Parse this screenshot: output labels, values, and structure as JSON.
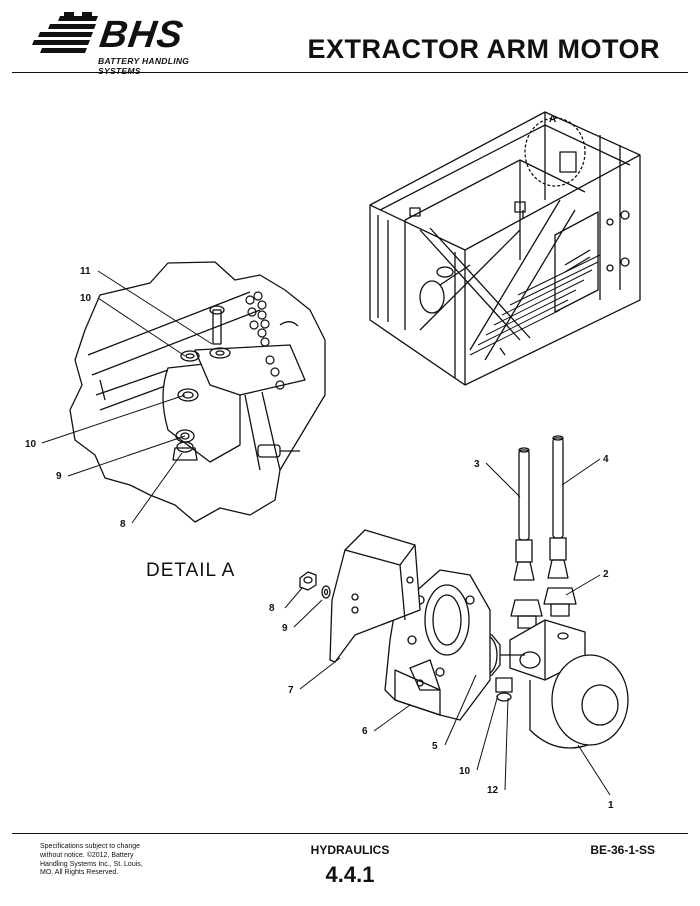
{
  "header": {
    "logo_text": "BHS",
    "logo_subtitle": "BATTERY HANDLING SYSTEMS",
    "title": "EXTRACTOR ARM MOTOR"
  },
  "drawing": {
    "detail_label": "DETAIL  A",
    "detail_callout": "A",
    "callouts": {
      "c1": "1",
      "c2": "2",
      "c3": "3",
      "c4": "4",
      "c5": "5",
      "c6": "6",
      "c7": "7",
      "c8": "8",
      "c9": "9",
      "c10": "10",
      "c12": "12",
      "d8": "8",
      "d9": "9",
      "d10a": "10",
      "d10b": "10",
      "d11": "11"
    }
  },
  "footer": {
    "note_line1": "Specifications subject to change",
    "note_line2": "without notice. ©2012, Battery",
    "note_line3": "Handling Systems Inc., St. Louis,",
    "note_line4": "MO. All Rights Reserved.",
    "section": "HYDRAULICS",
    "page": "4.4.1",
    "code": "BE-36-1-SS"
  }
}
